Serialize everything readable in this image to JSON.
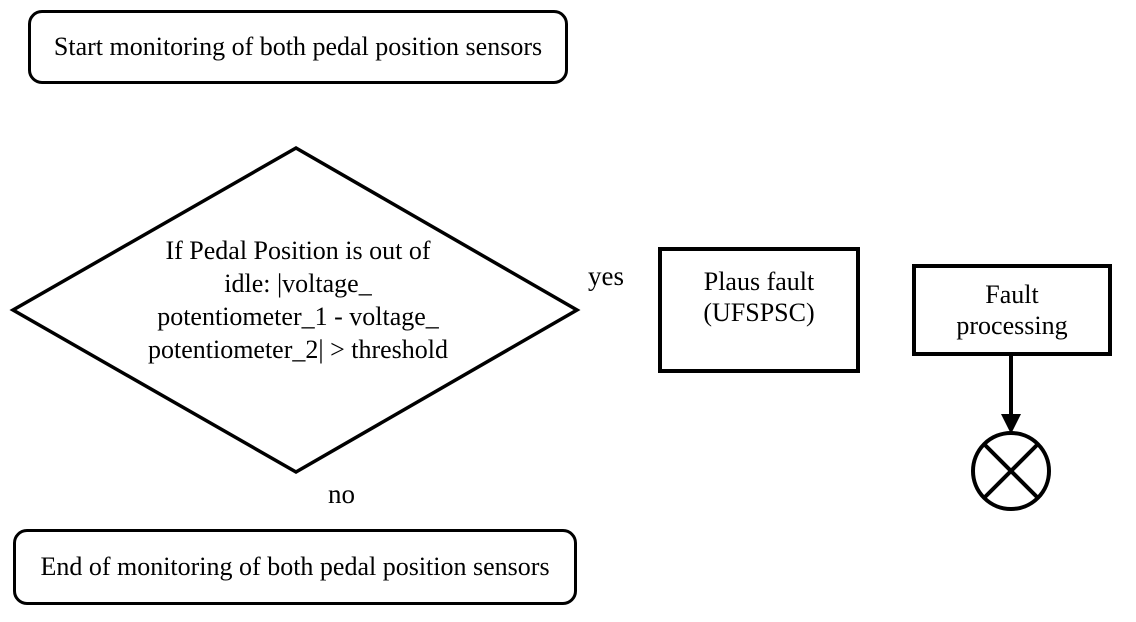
{
  "colors": {
    "background": "#ffffff",
    "stroke": "#000000",
    "text": "#000000"
  },
  "nodes": {
    "start": {
      "label": "Start monitoring of both pedal position sensors"
    },
    "decision": {
      "lines": [
        "If Pedal Position is out of",
        "idle: |voltage_",
        "potentiometer_1 - voltage_",
        "potentiometer_2| > threshold"
      ]
    },
    "plaus_fault": {
      "lines": [
        "Plaus fault",
        "(UFSPSC)"
      ]
    },
    "fault_processing": {
      "lines": [
        "Fault",
        "processing"
      ]
    },
    "end": {
      "label": "End of monitoring of both pedal position sensors"
    }
  },
  "edge_labels": {
    "yes": "yes",
    "no": "no"
  }
}
